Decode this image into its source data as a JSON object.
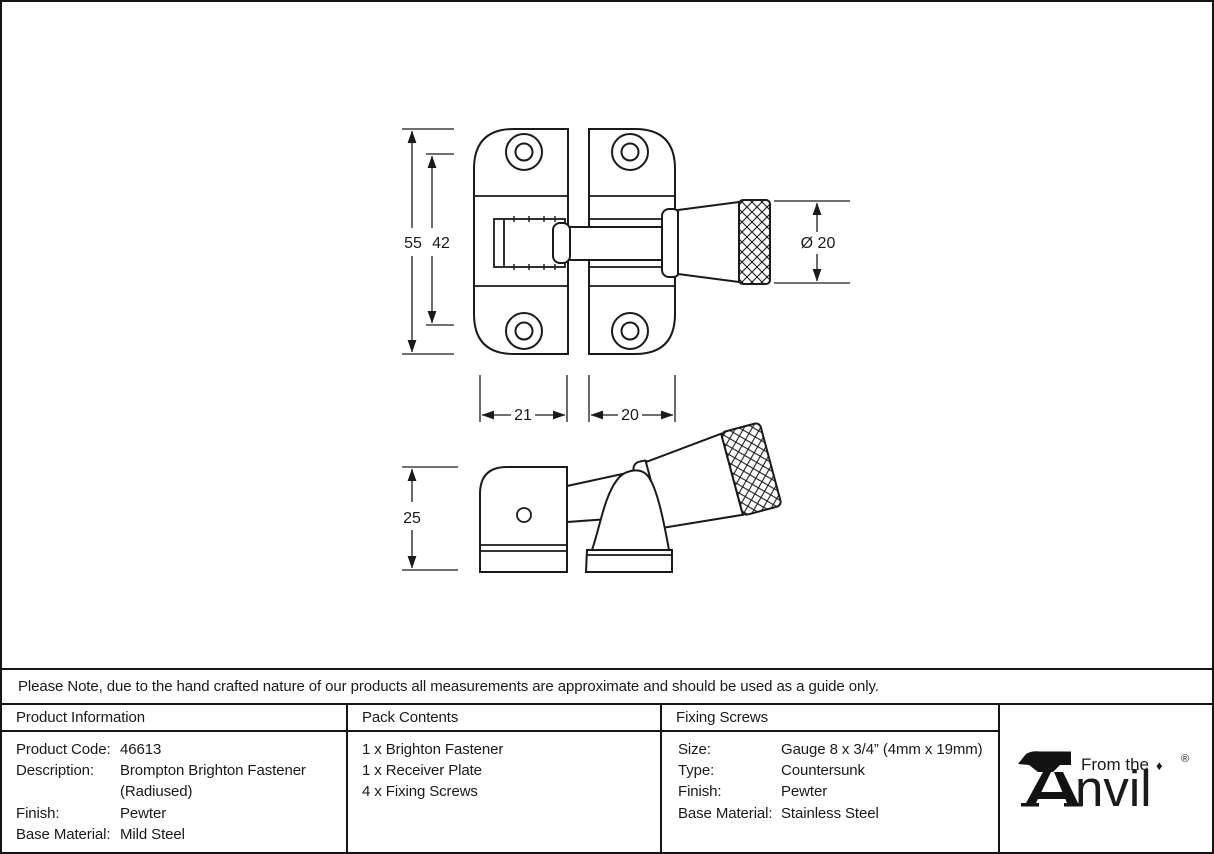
{
  "note": "Please Note, due to the hand crafted nature of our products all measurements are approximate and should be used as a guide only.",
  "drawing": {
    "dim_55": "55",
    "dim_42": "42",
    "dim_dia": "Ø 20",
    "dim_21": "21",
    "dim_20": "20",
    "dim_25": "25"
  },
  "table": {
    "product_information": {
      "header": "Product Information",
      "rows": [
        {
          "label": "Product Code:",
          "value": "46613"
        },
        {
          "label": "Description:",
          "value": "Brompton Brighton Fastener"
        },
        {
          "label": "",
          "value": "(Radiused)"
        },
        {
          "label": "Finish:",
          "value": "Pewter"
        },
        {
          "label": "Base Material:",
          "value": "Mild Steel"
        }
      ]
    },
    "pack_contents": {
      "header": "Pack Contents",
      "items": [
        "1 x Brighton Fastener",
        "1 x Receiver Plate",
        "4 x Fixing Screws"
      ]
    },
    "fixing_screws": {
      "header": "Fixing Screws",
      "rows": [
        {
          "label": "Size:",
          "value": "Gauge 8 x 3/4” (4mm x 19mm)"
        },
        {
          "label": "Type:",
          "value": "Countersunk"
        },
        {
          "label": "Finish:",
          "value": "Pewter"
        },
        {
          "label": "Base Material:",
          "value": "Stainless Steel"
        }
      ]
    }
  },
  "logo": {
    "from_the": "From the",
    "diamond": "♦",
    "anvil_text": "nvil",
    "registered": "®"
  },
  "colors": {
    "line": "#1a1a1a",
    "background": "#ffffff"
  }
}
